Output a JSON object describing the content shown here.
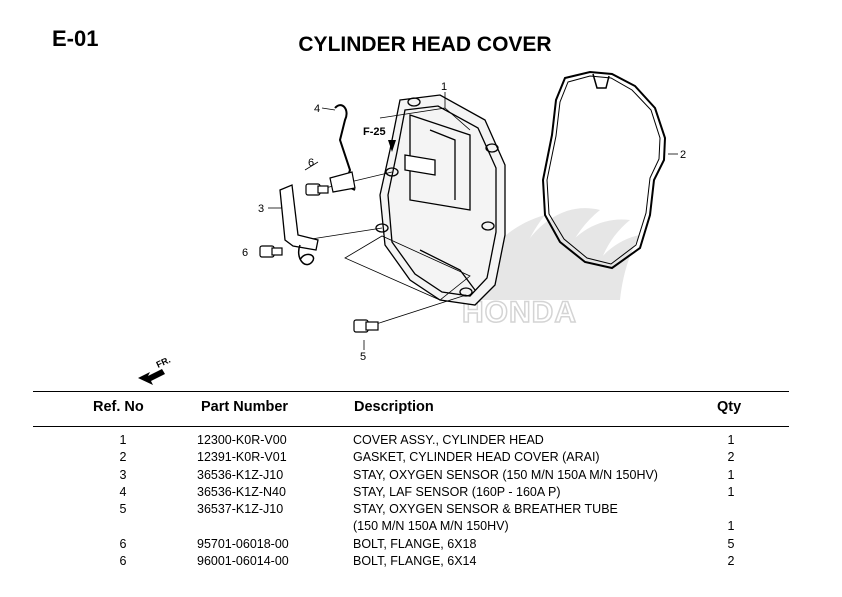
{
  "header": {
    "page_code": "E-01",
    "title": "CYLINDER HEAD COVER"
  },
  "diagram": {
    "callouts": [
      "1",
      "2",
      "3",
      "4",
      "5",
      "6",
      "6"
    ],
    "ref_label": "F-25",
    "direction_label": "FR.",
    "watermark": "HONDA"
  },
  "table": {
    "columns": [
      "Ref. No",
      "Part Number",
      "Description",
      "Qty"
    ],
    "rows": [
      {
        "ref": "1",
        "part": "12300-K0R-V00",
        "desc": "COVER ASSY., CYLINDER HEAD",
        "qty": "1"
      },
      {
        "ref": "2",
        "part": "12391-K0R-V01",
        "desc": "GASKET, CYLINDER HEAD COVER (ARAI)",
        "qty": "2"
      },
      {
        "ref": "3",
        "part": "36536-K1Z-J10",
        "desc": "STAY, OXYGEN SENSOR (150 M/N 150A M/N 150HV)",
        "qty": "1"
      },
      {
        "ref": "4",
        "part": "36536-K1Z-N40",
        "desc": "STAY, LAF SENSOR (160P - 160A P)",
        "qty": "1"
      },
      {
        "ref": "5",
        "part": "36537-K1Z-J10",
        "desc": "STAY, OXYGEN SENSOR & BREATHER TUBE",
        "desc2": "(150 M/N 150A M/N 150HV)",
        "qty": "1"
      },
      {
        "ref": "6",
        "part": "95701-06018-00",
        "desc": "BOLT, FLANGE, 6X18",
        "qty": "5"
      },
      {
        "ref": "6",
        "part": "96001-06014-00",
        "desc": "BOLT, FLANGE, 6X14",
        "qty": "2"
      }
    ]
  }
}
